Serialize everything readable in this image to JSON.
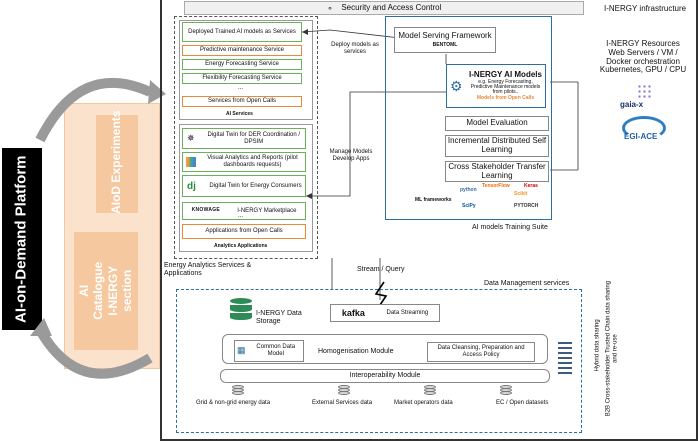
{
  "left_panel": {
    "platform_title": "AI-on-Demand Platform",
    "aiod_experiments": "AIoD Experiments",
    "ai_catalogue": "AI Catalogue I-NERGY section"
  },
  "top": {
    "security": "Security and Access Control",
    "infrastructure_label": "I-NERGY infrastructure"
  },
  "analytics_services": {
    "group_label": "Energy Analytics Services & Applications",
    "ai_services": {
      "items": [
        "Deployed Trained AI models  as Services",
        "Predictive maintenance Service",
        "Energy Forecasting Service",
        "Flexibility Forecasting Service",
        "...",
        "Services  from Open Calls"
      ],
      "caption": "AI Services"
    },
    "analytics_apps": {
      "digital_twin_der": "Digital Twin for DER Coordination / DPSIM",
      "visual_analytics": "Visual Analytics and Reports (pilot dashboards requests)",
      "digital_twin_consumers": "Digital Twin for Energy Consumers",
      "knowage_logo": "KNOWAGE",
      "marketplace": "I-NERGY Marketplace",
      "dots": "...",
      "open_calls_apps": "Applications from Open Calls",
      "caption": "Analytics Applications"
    }
  },
  "arrows": {
    "deploy_models": "Deploy models as services",
    "manage_models": "Manage Models Develop Apps",
    "stream_query": "Stream / Query"
  },
  "training_suite": {
    "label": "AI models Training Suite",
    "model_serving": "Model Serving Framework",
    "bentoml": "BENTOML",
    "ai_models_title": "I-NERGY AI Models",
    "ai_models_sub": "e.g. Energy Forecasting, Predictive Maintenance models from pilots..",
    "ai_models_open_calls": "Models  from Open Calls",
    "model_evaluation": "Model Evaluation",
    "incremental": "Incremental Distributed Self Learning",
    "cross_stakeholder": "Cross Stakeholder Transfer Learning",
    "ml_frameworks": "ML frameworks",
    "frameworks": [
      "python",
      "TensorFlow",
      "Scikit",
      "Keras",
      "SciPy",
      "PYTORCH",
      "dj"
    ]
  },
  "resources": {
    "title": "I-NERGY Resources",
    "lines": [
      "Web Servers / VM /",
      "Docker orchestration",
      "Kubernetes, GPU / CPU"
    ],
    "gaiax": "gaia-x",
    "egiace": "EGI-ACE"
  },
  "data_management": {
    "label": "Data Management services",
    "storage": "I-NERGY Data Storage",
    "kafka": "kafka",
    "data_streaming": "Data Streaming",
    "common_model": "Common Data Model",
    "homogenisation": "Homogenisation Module",
    "cleansing": "Data Cleansing, Preparation and Access Policy",
    "interoperability": "Interoperability Module",
    "sources": [
      "Grid & non-grid energy data",
      "External Services data",
      "Market operators data",
      "EC / Open datasets"
    ],
    "side_note": "B2B Cross-stakeholder Trusted Chain data sharing and re-use",
    "side_note2": "Hybrid data sharing"
  }
}
